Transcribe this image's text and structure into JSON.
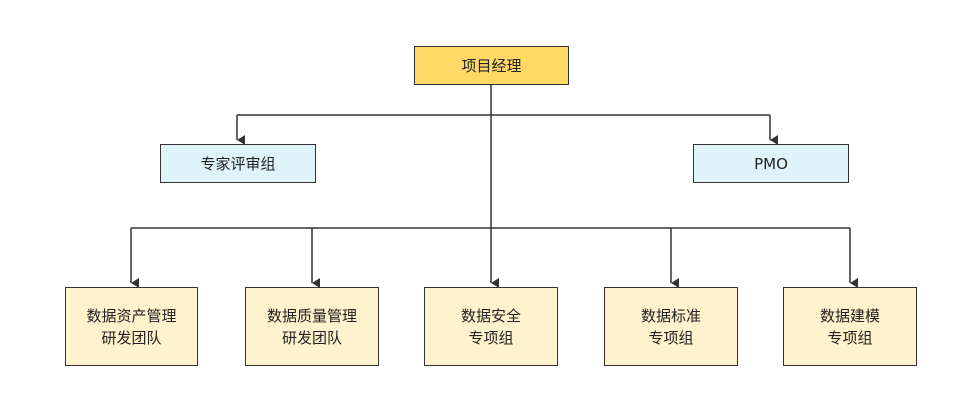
{
  "diagram": {
    "root": {
      "label": "项目经理",
      "fill": "#ffd966"
    },
    "advisors": [
      {
        "label": "专家评审组",
        "fill": "#dff3fb"
      },
      {
        "label": "PMO",
        "fill": "#dff3fb"
      }
    ],
    "teams": [
      {
        "label": "数据资产管理\n研发团队",
        "fill": "#fff2cc"
      },
      {
        "label": "数据质量管理\n研发团队",
        "fill": "#fff2cc"
      },
      {
        "label": "数据安全\n专项组",
        "fill": "#fff2cc"
      },
      {
        "label": "数据标准\n专项组",
        "fill": "#fff2cc"
      },
      {
        "label": "数据建模\n专项组",
        "fill": "#fff2cc"
      }
    ],
    "line_color": "#333333"
  }
}
